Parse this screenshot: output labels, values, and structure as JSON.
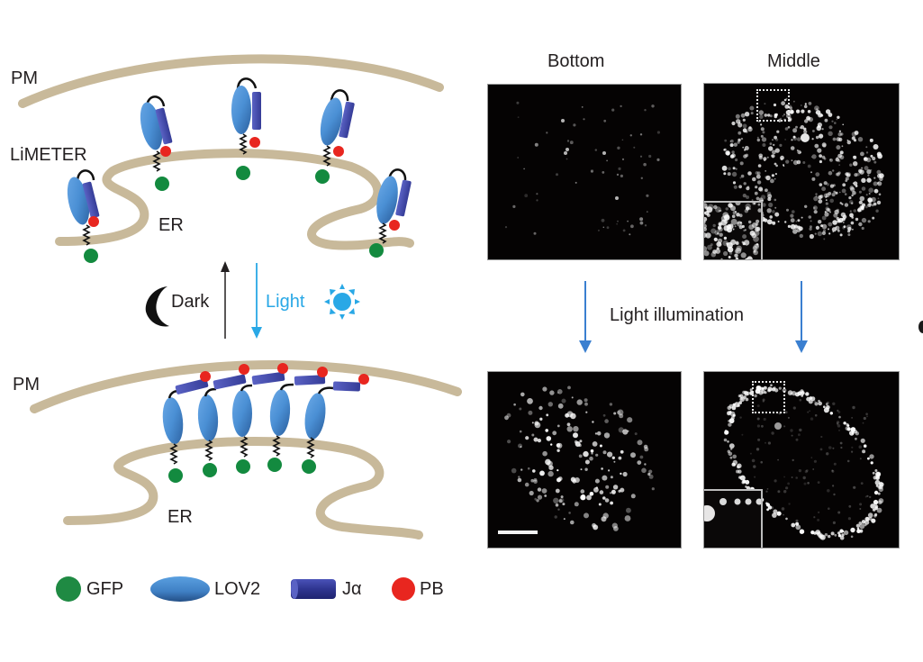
{
  "scheme": {
    "dark_state": {
      "pm_label": "PM",
      "er_label": "ER",
      "probe_label": "LiMETER"
    },
    "transition": {
      "dark_label": "Dark",
      "light_label": "Light",
      "dark_icon": "moon-icon",
      "light_icon": "sun-icon"
    },
    "light_state": {
      "pm_label": "PM",
      "er_label": "ER"
    },
    "legend": [
      {
        "icon": "green-circle",
        "label": "GFP",
        "color": "#138a3f"
      },
      {
        "icon": "blue-ellipse",
        "label": "LOV2",
        "color": "#3f86cc"
      },
      {
        "icon": "purple-cylinder",
        "label": "Jα",
        "color": "#3b3f9c"
      },
      {
        "icon": "red-circle",
        "label": "PB",
        "color": "#e8261f"
      }
    ],
    "colors": {
      "membrane": "#c8b99a",
      "lov2": "#4a8fd4",
      "jalpha": "#4048a8",
      "pb": "#e8261f",
      "gfp": "#138a3f",
      "light_arrow": "#29a8e6",
      "dark_arrow": "#231f20"
    }
  },
  "imaging": {
    "columns": [
      "Bottom",
      "Middle"
    ],
    "transition_label": "Light illumination",
    "arrow_color": "#3a7fd0",
    "panels": [
      {
        "row": "before",
        "column": "Bottom",
        "description": "sparse faint puncta"
      },
      {
        "row": "before",
        "column": "Middle",
        "description": "reticular ER network with inset",
        "has_inset": true,
        "has_roi": true
      },
      {
        "row": "after",
        "column": "Bottom",
        "description": "bright dense puncta",
        "has_scalebar": true
      },
      {
        "row": "after",
        "column": "Middle",
        "description": "puncta at cell periphery with inset",
        "has_inset": true,
        "has_roi": true
      }
    ]
  }
}
